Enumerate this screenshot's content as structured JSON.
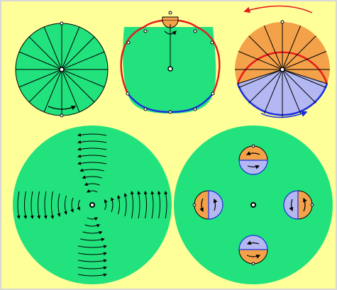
{
  "colors": {
    "background": "#ffff99",
    "border": "#d8d8d8",
    "green": "#22e27d",
    "orange": "#f4a24a",
    "lilac": "#b3b8f3",
    "red": "#e51b1b",
    "blue": "#1b2ee0",
    "line": "#000000"
  },
  "icons": [
    "arrow-icon",
    "hub-icon",
    "node-icon"
  ],
  "panels": [
    {
      "name": "spoked-disc",
      "spokes": 16
    },
    {
      "name": "lobe-disc"
    },
    {
      "name": "half-shaded-disc",
      "spokes": 16
    },
    {
      "name": "cross-flow-disc"
    },
    {
      "name": "four-eddy-disc",
      "eddies": 4
    }
  ]
}
